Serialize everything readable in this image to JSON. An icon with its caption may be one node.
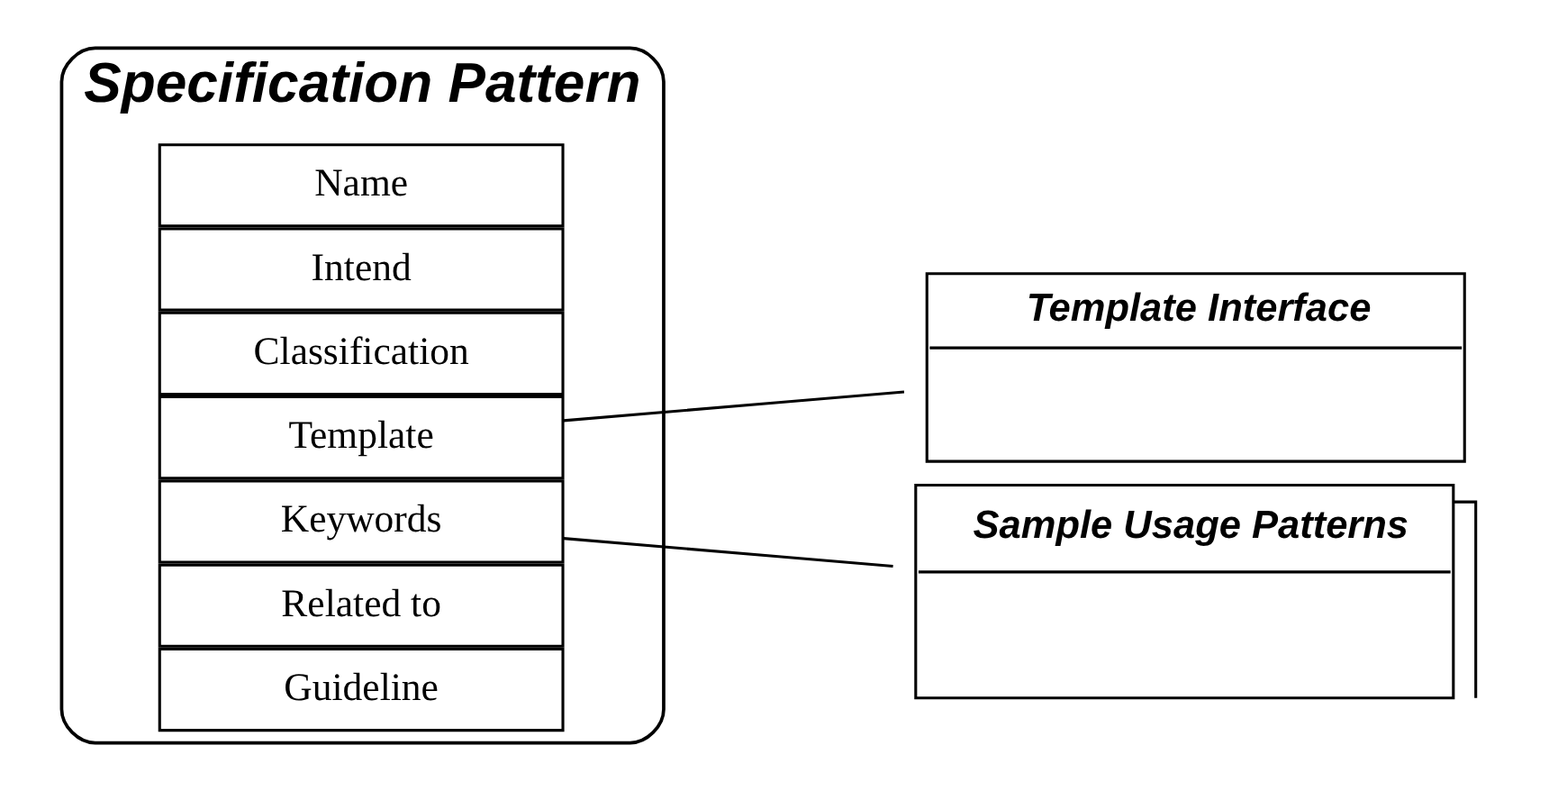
{
  "diagram": {
    "nodes": [
      {
        "text": [
          "Specification Pattern"
        ]
      },
      {
        "text": [
          "Name"
        ],
        "in": 0
      },
      {
        "text": [
          "Intend"
        ],
        "in": 0
      },
      {
        "text": [
          "Classification"
        ],
        "in": 0
      },
      {
        "text": [
          "Template"
        ],
        "in": 0
      },
      {
        "text": [
          "Keywords"
        ],
        "in": 0
      },
      {
        "text": [
          "Related to"
        ],
        "in": 0
      },
      {
        "text": [
          "Guideline"
        ],
        "in": 0
      },
      {
        "text": [
          "Template Interface"
        ]
      },
      {
        "text": [
          "Sample Usage Patterns"
        ]
      }
    ],
    "edges": [
      {
        "from": 4,
        "to": 8,
        "arrow": "none"
      },
      {
        "from": 5,
        "to": 9,
        "arrow": "none"
      }
    ]
  }
}
